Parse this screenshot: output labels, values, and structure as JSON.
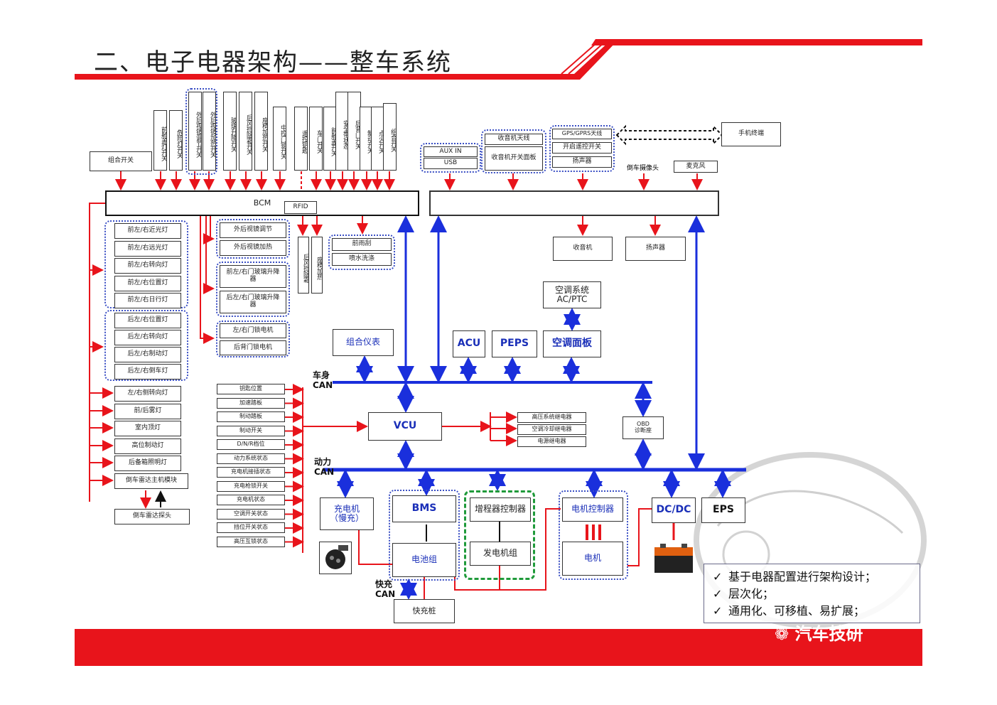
{
  "title": "二、电子电器架构——整车系统",
  "watermark": "汽车技研",
  "colors": {
    "accent_red": "#e8141b",
    "bus_blue": "#1a2fdc",
    "group_blue": "#3a4fc4",
    "green": "#1f9a3a"
  },
  "top_switches": {
    "left_combo": "组合开关",
    "verticals": [
      "前舱盖灯开关",
      "危险灯开关",
      "外后视镜调节开关",
      "外后视镜加热开关",
      "玻璃升降开关",
      "后风挡除霜开关",
      "座椅加热开关",
      "中控门锁开关",
      "遥控钥匙",
      "车门开关",
      "前舱盖开关",
      "安全带状态",
      "后背门开关",
      "制动开关",
      "点火开关",
      "组合开关"
    ]
  },
  "bcm": {
    "label": "BCM",
    "rfid": "RFID"
  },
  "bcm_outputs": {
    "front_lamps": [
      "前左/右近光灯",
      "前左/右远光灯",
      "前左/右转向灯",
      "前左/右位置灯",
      "前左/右日行灯"
    ],
    "rear_lamps": [
      "后左/右位置灯",
      "后左/右转向灯",
      "后左/右制动灯",
      "后左/右倒车灯"
    ],
    "misc": [
      "左/右侧转向灯",
      "前/后雾灯",
      "室内顶灯",
      "高位制动灯",
      "后备箱照明灯",
      "倒车雷达主机模块"
    ],
    "radar_sensor": "倒车雷达探头",
    "mirror": [
      "外后视镜调节",
      "外后视镜加热"
    ],
    "window": [
      "前左/右门玻璃升降器",
      "后左/右门玻璃升降器"
    ],
    "lock": [
      "左/右门锁电机",
      "后背门锁电机"
    ],
    "defrost": [
      "后风挡除霜",
      "座椅加热"
    ],
    "wiper": [
      "前雨刮",
      "喷水洗涤"
    ]
  },
  "infotainment": {
    "aux": "AUX IN",
    "usb": "USB",
    "radio_ant": "收音机天线",
    "radio_panel": "收音机开关面板",
    "gps": "GPS/GPRS天线",
    "remote_on": "开启遥控开关",
    "handset": "扬声器",
    "phone": "手机终端",
    "rear_cam": "倒车摄像头",
    "mic": "麦克风",
    "radio": "收音机",
    "speaker": "扬声器"
  },
  "ac": {
    "system": "空调系统\nAC/PTC",
    "panel": "空调面板"
  },
  "body_nodes": {
    "cluster": "组合仪表",
    "acu": "ACU",
    "peps": "PEPS"
  },
  "bus": {
    "body_can": "车身\nCAN",
    "power_can": "动力\nCAN",
    "fast_can": "快充\nCAN"
  },
  "vcu": {
    "label": "VCU",
    "inputs": [
      "钥匙位置",
      "加速踏板",
      "制动踏板",
      "制动开关",
      "D/N/R档位",
      "动力系统状态",
      "充电机接插状态",
      "充电枪锁开关",
      "充电机状态",
      "空调开关状态",
      "挡位开关状态",
      "高压互锁状态"
    ],
    "relays": [
      "高压系统继电器",
      "空调冷却继电器",
      "电源继电器"
    ]
  },
  "obd": "OBD\n诊断座",
  "power_nodes": {
    "charger": "充电机\n（慢充）",
    "bms": "BMS",
    "battery": "电池组",
    "range_ext": "增程器控制器",
    "generator": "发电机组",
    "motor_ctrl": "电机控制器",
    "motor": "电机",
    "dcdc": "DC/DC",
    "eps": "EPS",
    "fast_charger": "快充桩"
  },
  "bullets": [
    "基于电器配置进行架构设计；",
    "层次化；",
    "通用化、可移植、易扩展；"
  ]
}
